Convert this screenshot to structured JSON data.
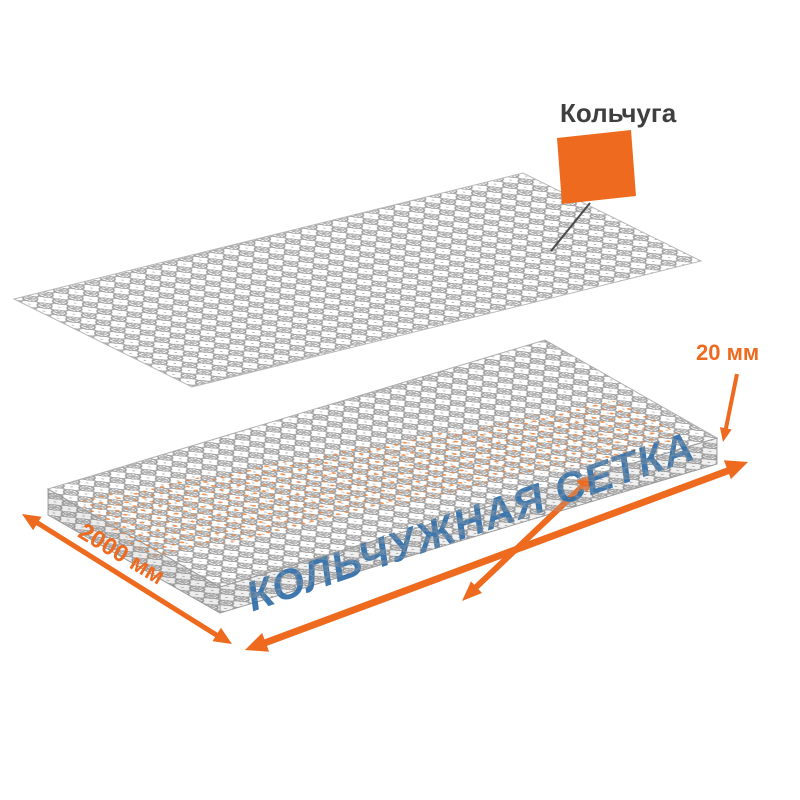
{
  "diagram": {
    "callout": {
      "label": "Кольчуга"
    },
    "dimensions": {
      "length": "2000 мм",
      "thickness": "20 мм"
    },
    "watermark": "КОЛЬЧУЖНАЯ СЕТКА",
    "colors": {
      "accent_orange": "#EE6A1E",
      "watermark_blue": "#2E6DA8",
      "mesh_gray": "#AFAFAF",
      "label_dark": "#3F3F3F"
    }
  }
}
